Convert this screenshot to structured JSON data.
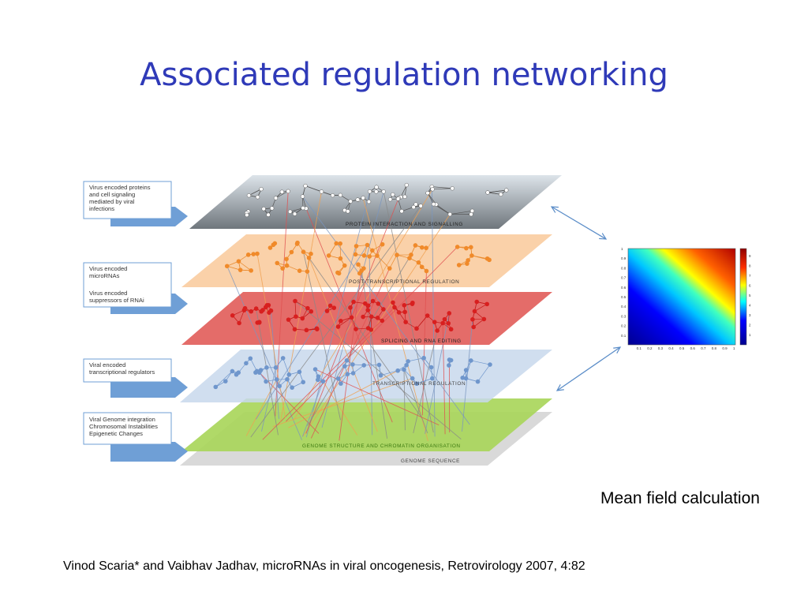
{
  "title": "Associated regulation networking",
  "caption": "Mean field calculation",
  "citation": "Vinod Scaria* and Vaibhav Jadhav, microRNAs in viral oncogenesis, Retrovirology 2007, 4:82",
  "colors": {
    "title": "#2f3ab8",
    "arrow_blue": "#5b8dc8",
    "protein_layer": "#8e9499",
    "post_transcriptional_layer": "#f9c99a",
    "splicing_layer": "#e25f5b",
    "transcriptional_layer": "#c9d8ec",
    "genome_structure_layer": "#a8d65a",
    "genome_sequence_layer": "#d6d6d6"
  },
  "annotations": [
    {
      "lines": [
        "Virus encoded proteins",
        "and cell signaling",
        "mediated by viral",
        "infections"
      ]
    },
    {
      "lines": [
        "Virus encoded",
        "microRNAs",
        "",
        "Virus encoded",
        "suppressors of RNAi"
      ]
    },
    {
      "lines": [
        "Viral encoded",
        "transcriptional regulators"
      ]
    },
    {
      "lines": [
        "Viral Genome integration",
        "Chromosomal Instabilities",
        "Epigenetic Changes"
      ]
    }
  ],
  "layers": [
    {
      "label": "PROTEIN INTERACTION AND SIGNALLING",
      "color": "#8e9499",
      "node": "#ffffff"
    },
    {
      "label": "POST-TRANSCRIPTIONAL REGULATION",
      "color": "#f9c99a",
      "node": "#f08a2a"
    },
    {
      "label": "SPLICING AND RNA EDITING",
      "color": "#e25f5b",
      "node": "#d81f1f"
    },
    {
      "label": "TRANSCRIPTIONAL REGULATION",
      "color": "#c9d8ec",
      "node": "#6f96cc"
    },
    {
      "label": "GENOME STRUCTURE AND CHROMATIN ORGANISATION",
      "color": "#a8d65a",
      "node": "#6b9b2a"
    },
    {
      "label": "GENOME SEQUENCE",
      "color": "#d6d6d6",
      "node": "#999999"
    }
  ],
  "heatmap": {
    "y_ticks": [
      "0.1",
      "0.2",
      "0.3",
      "0.4",
      "0.5",
      "0.6",
      "0.7",
      "0.8",
      "0.9",
      "1"
    ],
    "x_ticks": [
      "0.1",
      "0.2",
      "0.3",
      "0.4",
      "0.5",
      "0.6",
      "0.7",
      "0.8",
      "0.9",
      "1"
    ],
    "colorbar_ticks": [
      "9",
      "8",
      "7",
      "6",
      "5",
      "4",
      "3",
      "2",
      "1"
    ]
  }
}
